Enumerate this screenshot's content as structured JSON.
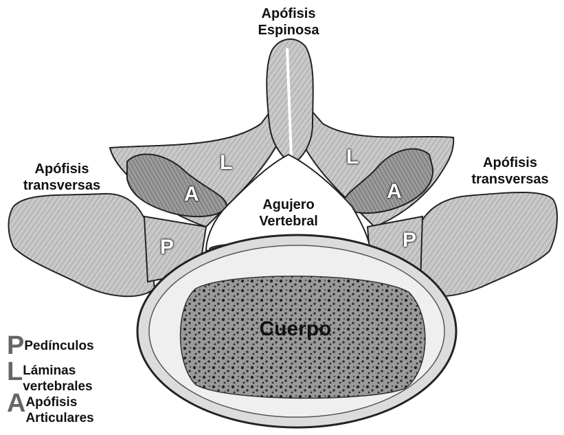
{
  "labels": {
    "spinous": [
      "Apófisis",
      "Espinosa"
    ],
    "transverse_left": [
      "Apófisis",
      "transversas"
    ],
    "transverse_right": [
      "Apófisis",
      "transversas"
    ],
    "foramen": [
      "Agujero",
      "Vertebral"
    ],
    "body": "Cuerpo"
  },
  "letters": {
    "lamina": "L",
    "articular": "A",
    "pedicle": "P"
  },
  "legend": [
    {
      "letter": "P",
      "text": [
        "Pedínculos"
      ]
    },
    {
      "letter": "L",
      "text": [
        "Láminas",
        "vertebrales"
      ]
    },
    {
      "letter": "A",
      "text": [
        "Apófisis",
        "Articulares"
      ]
    }
  ]
}
